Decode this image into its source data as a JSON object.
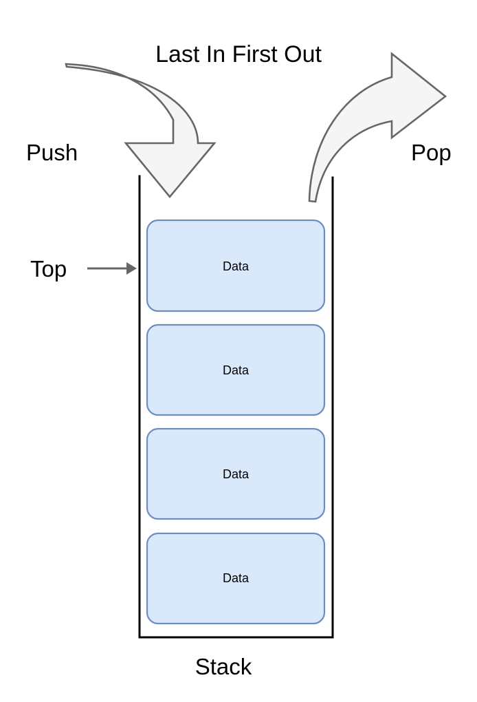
{
  "diagram": {
    "title": "Last In First Out",
    "structure_label": "Stack",
    "operations": {
      "push_label": "Push",
      "pop_label": "Pop"
    },
    "pointer": {
      "label": "Top",
      "icon": "arrow-right-icon",
      "points_to": "top-stack-cell"
    },
    "stack": {
      "cells": [
        {
          "label": "Data"
        },
        {
          "label": "Data"
        },
        {
          "label": "Data"
        },
        {
          "label": "Data"
        }
      ],
      "cell_count": 4,
      "open_at_top": true
    },
    "colors": {
      "cell_fill": "#dae8fc",
      "cell_stroke": "#6c8ebf",
      "container_stroke": "#000000",
      "arrow_fill": "#f5f5f5",
      "arrow_stroke": "#666666",
      "pointer_arrow": "#666666",
      "text": "#000000",
      "background": "#ffffff"
    }
  }
}
